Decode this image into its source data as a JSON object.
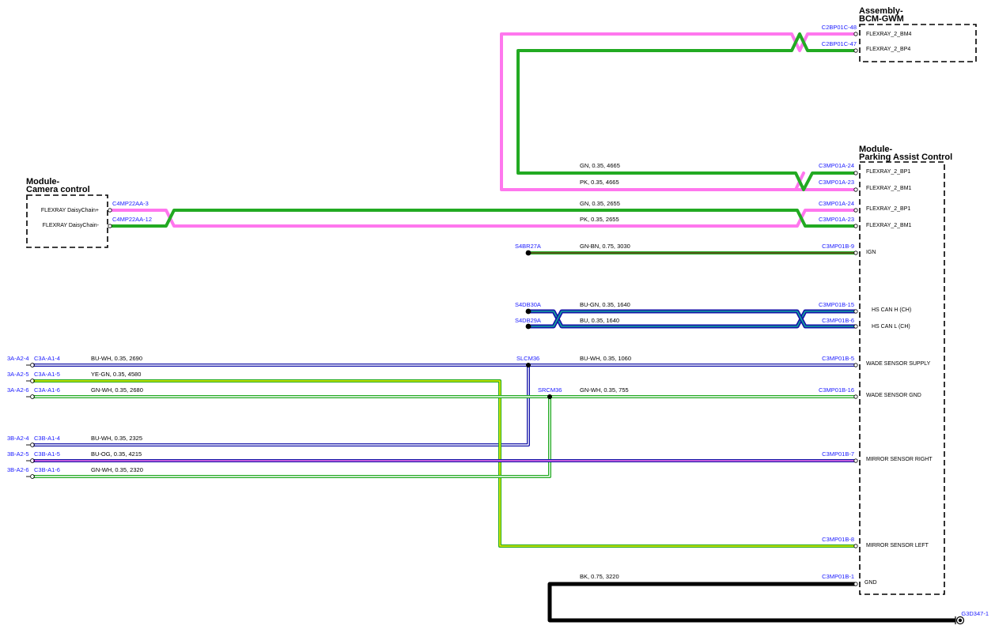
{
  "modules": {
    "bcm": {
      "title_line1": "Assembly-",
      "title_line2": "BCM-GWM",
      "pins": [
        "FLEXRAY_2_BM4",
        "FLEXRAY_2_BP4"
      ]
    },
    "pac": {
      "title_line1": "Module-",
      "title_line2": "Parking Assist Control",
      "pins": [
        "FLEXRAY_2_BP1",
        "FLEXRAY_2_BM1",
        "FLEXRAY_2_BP1",
        "FLEXRAY_2_BM1",
        "IGN",
        "HS CAN H (CH)",
        "HS CAN L (CH)",
        "WADE SENSOR SUPPLY",
        "WADE SENSOR GND",
        "MIRROR SENSOR RIGHT",
        "MIRROR SENSOR LEFT",
        "GND"
      ]
    },
    "camera": {
      "title_line1": "Module-",
      "title_line2": "Camera control",
      "pins": [
        "FLEXRAY DaisyChain+",
        "FLEXRAY DaisyChain-"
      ]
    }
  },
  "connectors": {
    "bcm_48": "C2BP01C-48",
    "bcm_47": "C2BP01C-47",
    "pac_a24_top": "C3MP01A-24",
    "pac_a23_top": "C3MP01A-23",
    "pac_a24": "C3MP01A-24",
    "pac_a23": "C3MP01A-23",
    "pac_b9": "C3MP01B-9",
    "pac_b15": "C3MP01B-15",
    "pac_b6": "C3MP01B-6",
    "pac_b5": "C3MP01B-5",
    "pac_b16": "C3MP01B-16",
    "pac_b7": "C3MP01B-7",
    "pac_b8": "C3MP01B-8",
    "pac_b1": "C3MP01B-1",
    "cam_3": "C4MP22AA-3",
    "cam_12": "C4MP22AA-12",
    "s4br27a": "S4BR27A",
    "s4db30a": "S4DB30A",
    "s4db29a": "S4DB29A",
    "slcm36": "SLCM36",
    "srcm36": "SRCM36",
    "ground": "G3D347-1",
    "left": [
      {
        "a": "3A-A2-4",
        "b": "C3A-A1-4"
      },
      {
        "a": "3A-A2-5",
        "b": "C3A-A1-5"
      },
      {
        "a": "3A-A2-6",
        "b": "C3A-A1-6"
      },
      {
        "a": "3B-A2-4",
        "b": "C3B-A1-4"
      },
      {
        "a": "3B-A2-5",
        "b": "C3B-A1-5"
      },
      {
        "a": "3B-A2-6",
        "b": "C3B-A1-6"
      }
    ]
  },
  "wires": {
    "fr_top_gn": "GN,  0.35,  4665",
    "fr_top_pk": "PK,  0.35,  4665",
    "fr_cam_gn": "GN,  0.35,  2655",
    "fr_cam_pk": "PK,  0.35,  2655",
    "ign": "GN-BN,  0.75,  3030",
    "can_h": "BU-GN,  0.35,  1640",
    "can_l": "BU,  0.35,  1640",
    "wade_supply": "BU-WH,  0.35,  1060",
    "wade_gnd": "GN-WH,  0.35,  755",
    "gnd": "BK,  0.75,  3220",
    "left": [
      "BU-WH,  0.35,  2690",
      "YE-GN,  0.35,  4580",
      "GN-WH,  0.35,  2680",
      "BU-WH,  0.35,  2325",
      "BU-OG,  0.35,  4215",
      "GN-WH,  0.35,  2320"
    ]
  },
  "colors": {
    "green": "#22aa22",
    "pink": "#ff77ee",
    "blue": "#1515a8",
    "teal": "#11aa99",
    "yellow": "#eeee00",
    "brown": "#6b3a1a",
    "orange": "#ff8800",
    "black": "#000000",
    "white": "#ffffff",
    "label_blue": "#1a1aff"
  }
}
